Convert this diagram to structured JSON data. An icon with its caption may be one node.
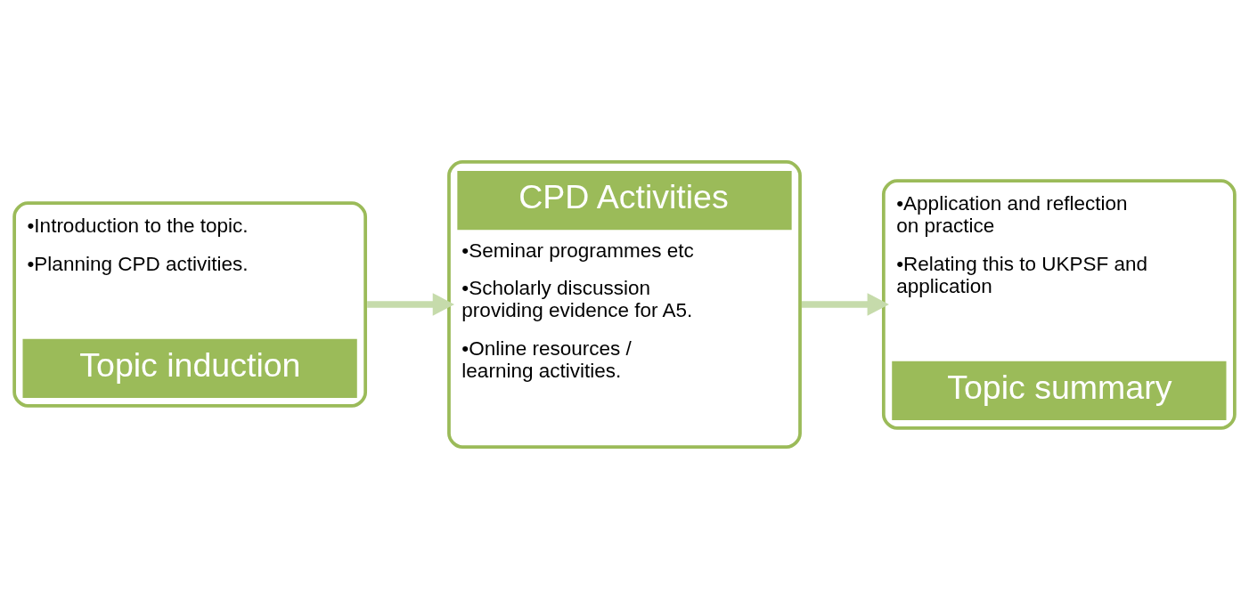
{
  "diagram": {
    "nodes": [
      {
        "text": [
          "•Introduction to the topic.",
          "•Planning CPD activities.",
          "Topic induction"
        ]
      },
      {
        "text": [
          "CPD Activities",
          "•Seminar programmes etc",
          "•Scholarly discussion providing evidence for A5.",
          "•Online resources / learning activities."
        ]
      },
      {
        "text": [
          "•Application and reflection on practice",
          "•Relating this to UKPSF and application",
          "Topic summary"
        ]
      }
    ],
    "edges": [
      {
        "from": 0,
        "to": 1,
        "arrow": "to"
      },
      {
        "from": 1,
        "to": 2,
        "arrow": "to"
      }
    ]
  }
}
